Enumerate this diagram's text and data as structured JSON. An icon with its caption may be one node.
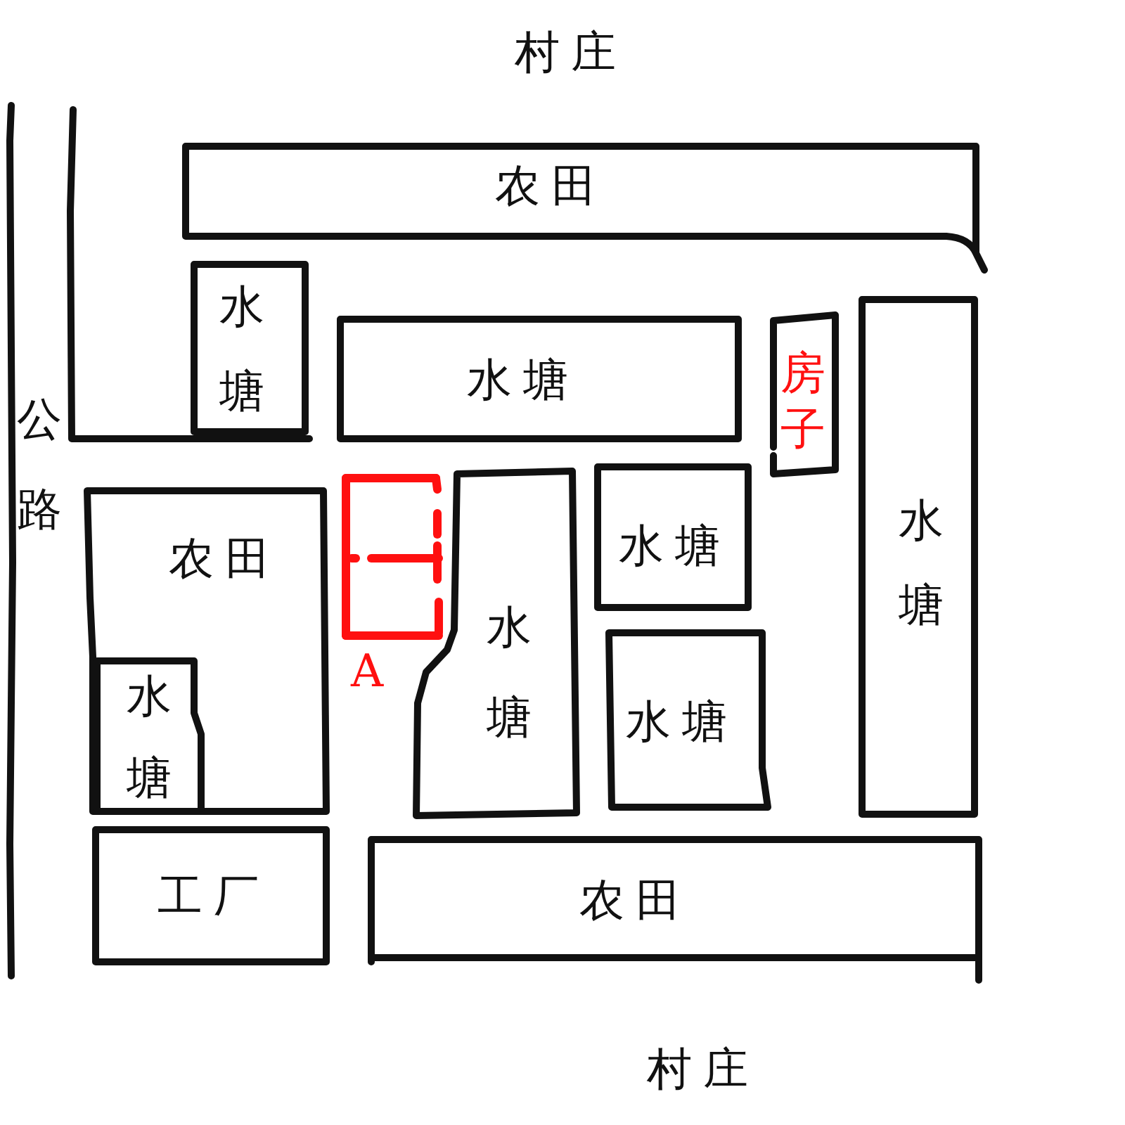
{
  "diagram": {
    "nodes": [
      {
        "text": [
          "农田"
        ]
      },
      {
        "text": [
          "水塘"
        ]
      },
      {
        "text": [
          "水塘"
        ]
      },
      {
        "text": [
          "房子"
        ]
      },
      {
        "text": [
          "水塘"
        ]
      },
      {
        "text": [
          "农田"
        ]
      },
      {
        "text": [
          "A"
        ]
      },
      {
        "text": [
          "水塘"
        ]
      },
      {
        "text": [
          "水塘"
        ]
      },
      {
        "text": [
          "水塘"
        ],
        "in": 5
      },
      {
        "text": [
          "水塘"
        ]
      },
      {
        "text": [
          "工厂"
        ]
      },
      {
        "text": [
          "农田"
        ]
      }
    ],
    "labels": [
      "村庄",
      "公路",
      "村庄"
    ]
  }
}
